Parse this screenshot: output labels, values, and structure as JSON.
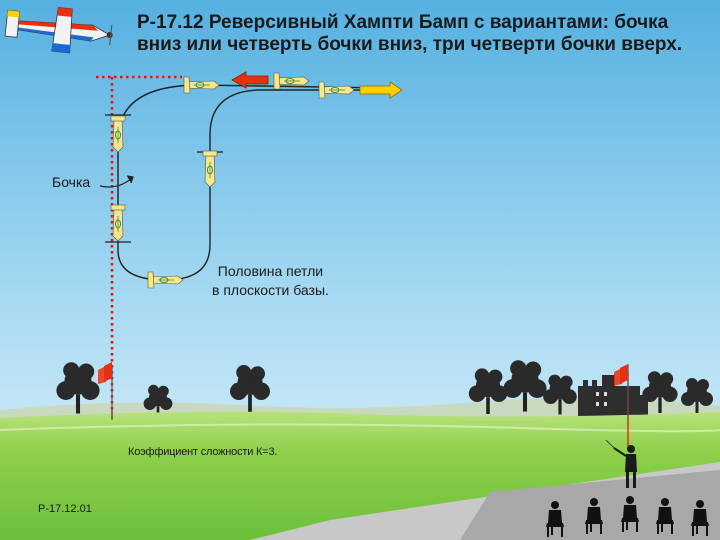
{
  "title": {
    "line1": "Р-17.12 Реверсивный Хампти Бамп с вариантами: бочка",
    "line2": "вниз или четверть бочки вниз, три четверти бочки вверх."
  },
  "labels": {
    "barrel": "Бочка",
    "half_loop_line1": "Половина петли",
    "half_loop_line2": "в плоскости базы.",
    "coefficient": "Коэффициент сложности К=3.",
    "figure_code": "Р-17.12.01"
  },
  "colors": {
    "sky_top": "#55b0e0",
    "sky_bottom": "#e4f4fb",
    "grass": "#8fd04c",
    "grass_dark": "#5ea030",
    "flight_path": "#222222",
    "guide_line": "#ee1111",
    "arrow_red": "#e83010",
    "arrow_yellow": "#ffd000",
    "plane_body": "#f4e88a",
    "plane_trim": "#3a8a5a"
  },
  "icons": [
    "logo-plane-icon",
    "arrow-left-icon",
    "arrow-right-icon",
    "flag-icon",
    "pilot-icon",
    "tree-icon",
    "castle-icon",
    "spectators-icon"
  ]
}
